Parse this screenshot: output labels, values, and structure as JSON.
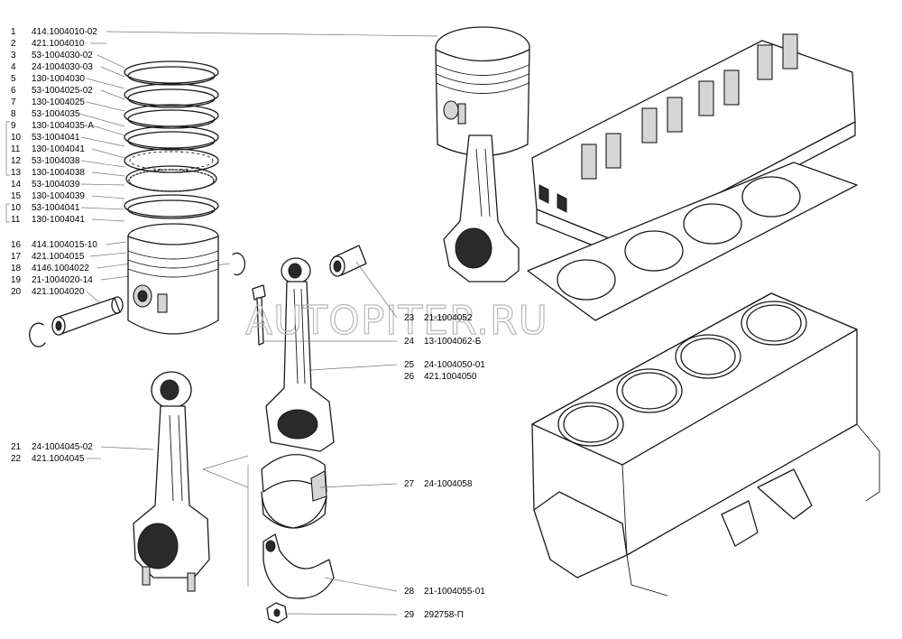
{
  "watermark": "AUTOPITER.RU",
  "callouts_left": [
    {
      "num": "1",
      "part": "414.1004010-02"
    },
    {
      "num": "2",
      "part": "421.1004010"
    },
    {
      "num": "3",
      "part": "53-1004030-02"
    },
    {
      "num": "4",
      "part": "24-1004030-03"
    },
    {
      "num": "5",
      "part": "130-1004030"
    },
    {
      "num": "6",
      "part": "53-1004025-02"
    },
    {
      "num": "7",
      "part": "130-1004025"
    },
    {
      "num": "8",
      "part": "53-1004035"
    },
    {
      "num": "9",
      "part": "130-1004035-А"
    },
    {
      "num": "10",
      "part": "53-1004041"
    },
    {
      "num": "11",
      "part": "130-1004041"
    },
    {
      "num": "12",
      "part": "53-1004038"
    },
    {
      "num": "13",
      "part": "130-1004038"
    },
    {
      "num": "14",
      "part": "53-1004039"
    },
    {
      "num": "15",
      "part": "130-1004039"
    },
    {
      "num": "10",
      "part": "53-1004041"
    },
    {
      "num": "11",
      "part": "130-1004041"
    },
    {
      "num": "16",
      "part": "414.1004015-10"
    },
    {
      "num": "17",
      "part": "421.1004015"
    },
    {
      "num": "18",
      "part": "4146.1004022"
    },
    {
      "num": "19",
      "part": "21-1004020-14"
    },
    {
      "num": "20",
      "part": "421.1004020"
    },
    {
      "num": "21",
      "part": "24-1004045-02"
    },
    {
      "num": "22",
      "part": "421.1004045"
    }
  ],
  "callouts_right": [
    {
      "num": "23",
      "part": "21-1004052"
    },
    {
      "num": "24",
      "part": "13-1004062-Б"
    },
    {
      "num": "25",
      "part": "24-1004050-01"
    },
    {
      "num": "26",
      "part": "421.1004050"
    },
    {
      "num": "27",
      "part": "24-1004058"
    },
    {
      "num": "28",
      "part": "21-1004055-01"
    },
    {
      "num": "29",
      "part": "292758-П"
    }
  ]
}
